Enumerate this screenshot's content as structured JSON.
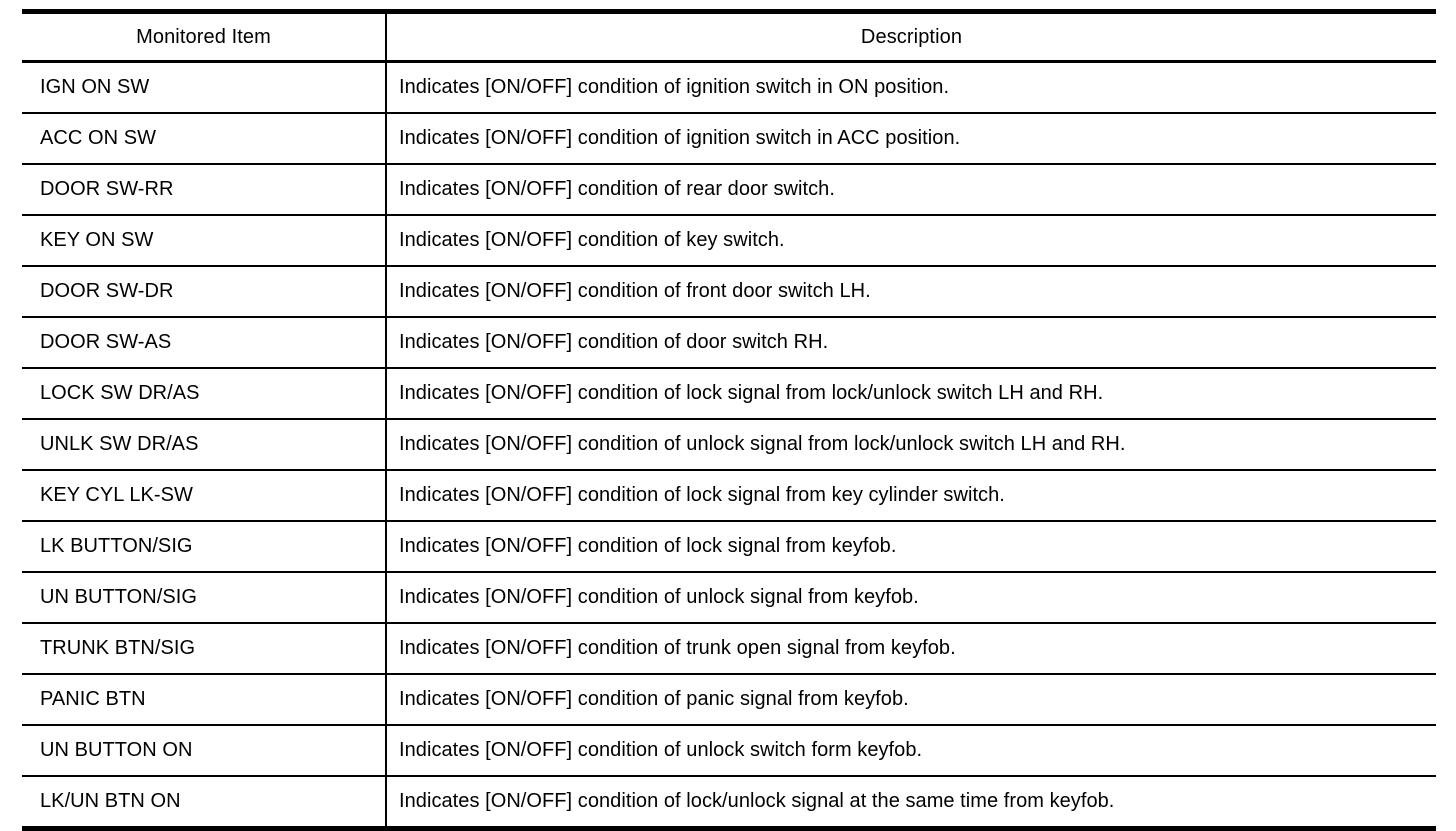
{
  "table": {
    "columns": [
      {
        "key": "item",
        "label": "Monitored Item"
      },
      {
        "key": "description",
        "label": "Description"
      }
    ],
    "rows": [
      {
        "item": "IGN ON SW",
        "description": "Indicates [ON/OFF] condition of ignition switch in ON position."
      },
      {
        "item": "ACC ON SW",
        "description": "Indicates [ON/OFF] condition of ignition switch in ACC position."
      },
      {
        "item": "DOOR SW-RR",
        "description": "Indicates [ON/OFF] condition of rear door switch."
      },
      {
        "item": "KEY ON SW",
        "description": "Indicates [ON/OFF] condition of key switch."
      },
      {
        "item": "DOOR SW-DR",
        "description": "Indicates [ON/OFF] condition of front door switch LH."
      },
      {
        "item": "DOOR SW-AS",
        "description": "Indicates [ON/OFF] condition of door switch RH."
      },
      {
        "item": "LOCK SW DR/AS",
        "description": "Indicates [ON/OFF] condition of lock signal from lock/unlock switch LH and RH."
      },
      {
        "item": "UNLK SW DR/AS",
        "description": "Indicates [ON/OFF] condition of unlock signal from lock/unlock switch LH and RH."
      },
      {
        "item": "KEY CYL LK-SW",
        "description": "Indicates [ON/OFF] condition of lock signal from key cylinder switch."
      },
      {
        "item": "LK BUTTON/SIG",
        "description": "Indicates [ON/OFF] condition of lock signal from keyfob."
      },
      {
        "item": "UN BUTTON/SIG",
        "description": "Indicates [ON/OFF] condition of unlock signal from keyfob."
      },
      {
        "item": "TRUNK BTN/SIG",
        "description": "Indicates [ON/OFF] condition of trunk open signal from keyfob."
      },
      {
        "item": "PANIC BTN",
        "description": "Indicates [ON/OFF] condition of panic signal from keyfob."
      },
      {
        "item": "UN BUTTON ON",
        "description": "Indicates [ON/OFF] condition of unlock switch form keyfob."
      },
      {
        "item": "LK/UN BTN ON",
        "description": "Indicates [ON/OFF] condition of lock/unlock signal at the same time from keyfob."
      }
    ]
  },
  "colors": {
    "ink": "#000000",
    "page": "#ffffff"
  }
}
